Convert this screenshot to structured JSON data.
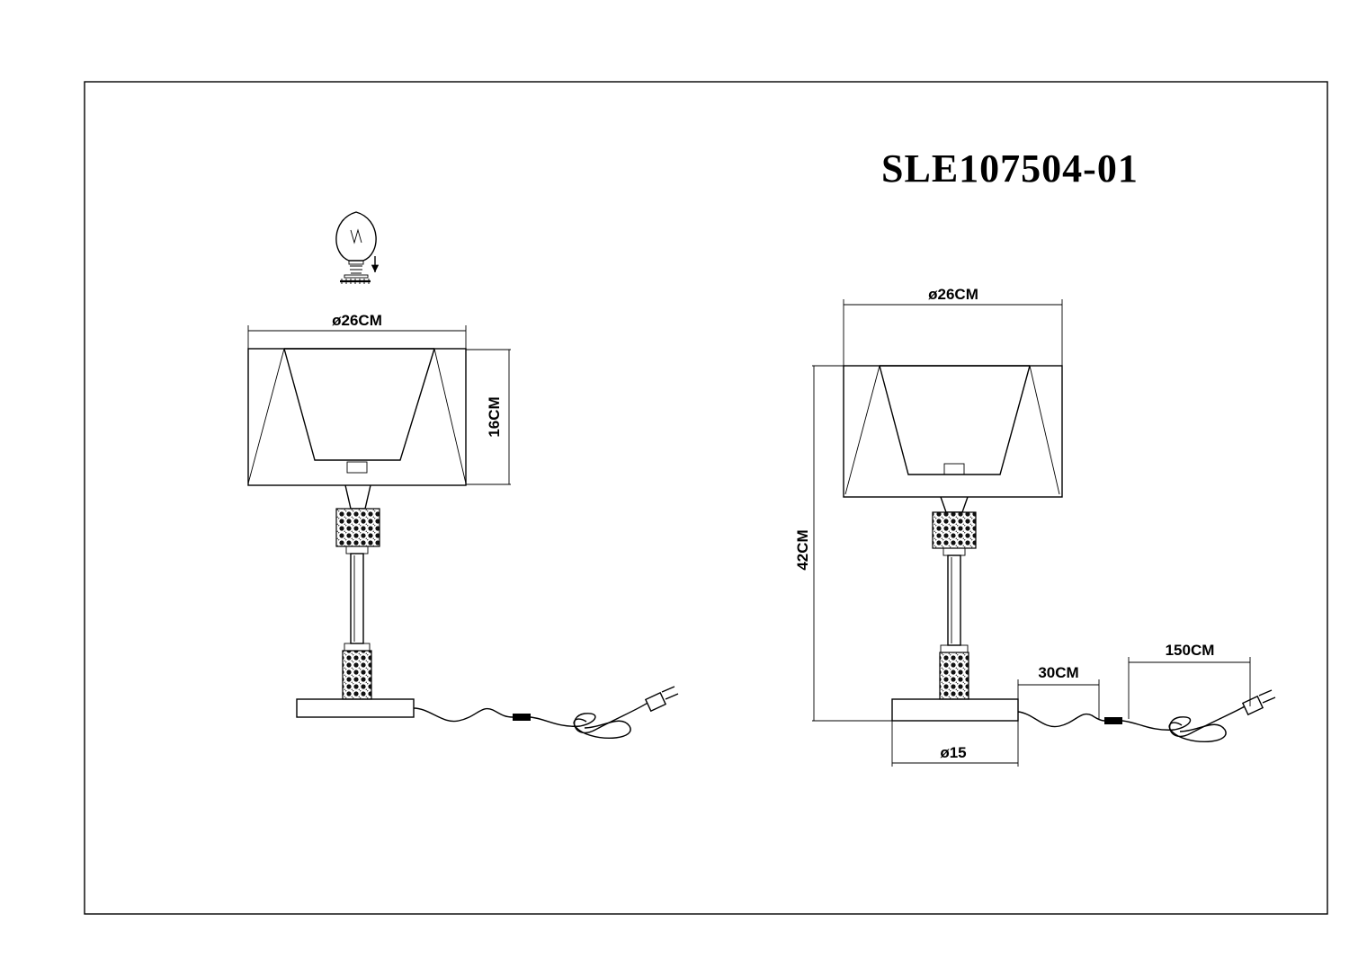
{
  "drawing": {
    "model": "SLE107504-01",
    "left_view": {
      "shade_diameter": "ø26CM",
      "shade_height": "16CM"
    },
    "right_view": {
      "shade_diameter": "ø26CM",
      "total_height": "42CM",
      "base_diameter": "ø15",
      "switch_distance": "30CM",
      "cord_length": "150CM"
    }
  }
}
